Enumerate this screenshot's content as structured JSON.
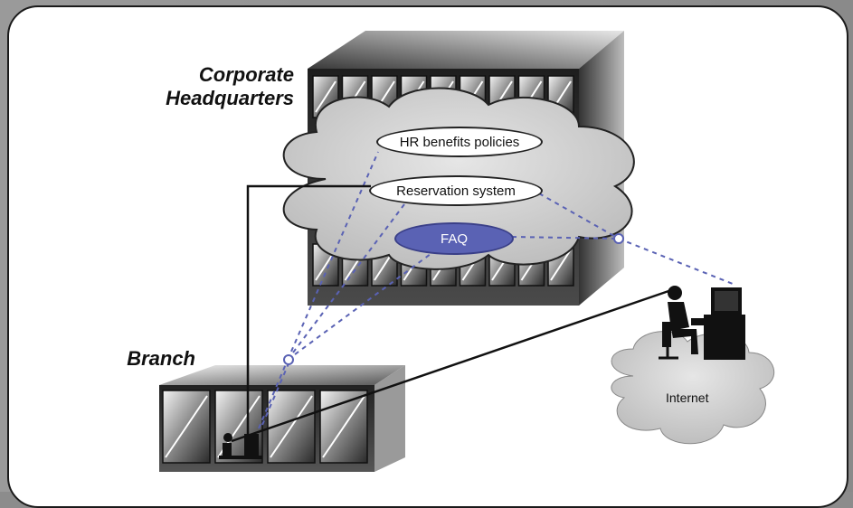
{
  "labels": {
    "corporate_line1": "Corporate",
    "corporate_line2": "Headquarters",
    "branch": "Branch",
    "internet": "Internet"
  },
  "bubbles": {
    "hr": "HR benefits policies",
    "reservation": "Reservation system",
    "faq": "FAQ"
  },
  "icons": {
    "hq_building": "office-tower-icon",
    "branch_building": "office-building-icon",
    "remote_user": "person-at-computer-icon",
    "branch_user": "person-at-desk-icon",
    "internet_cloud": "cloud-icon",
    "knowledge_cloud": "cloud-icon"
  },
  "colors": {
    "faq_fill": "#5a62b4",
    "dashed_link": "#5a62b4",
    "solid_link": "#111111"
  }
}
